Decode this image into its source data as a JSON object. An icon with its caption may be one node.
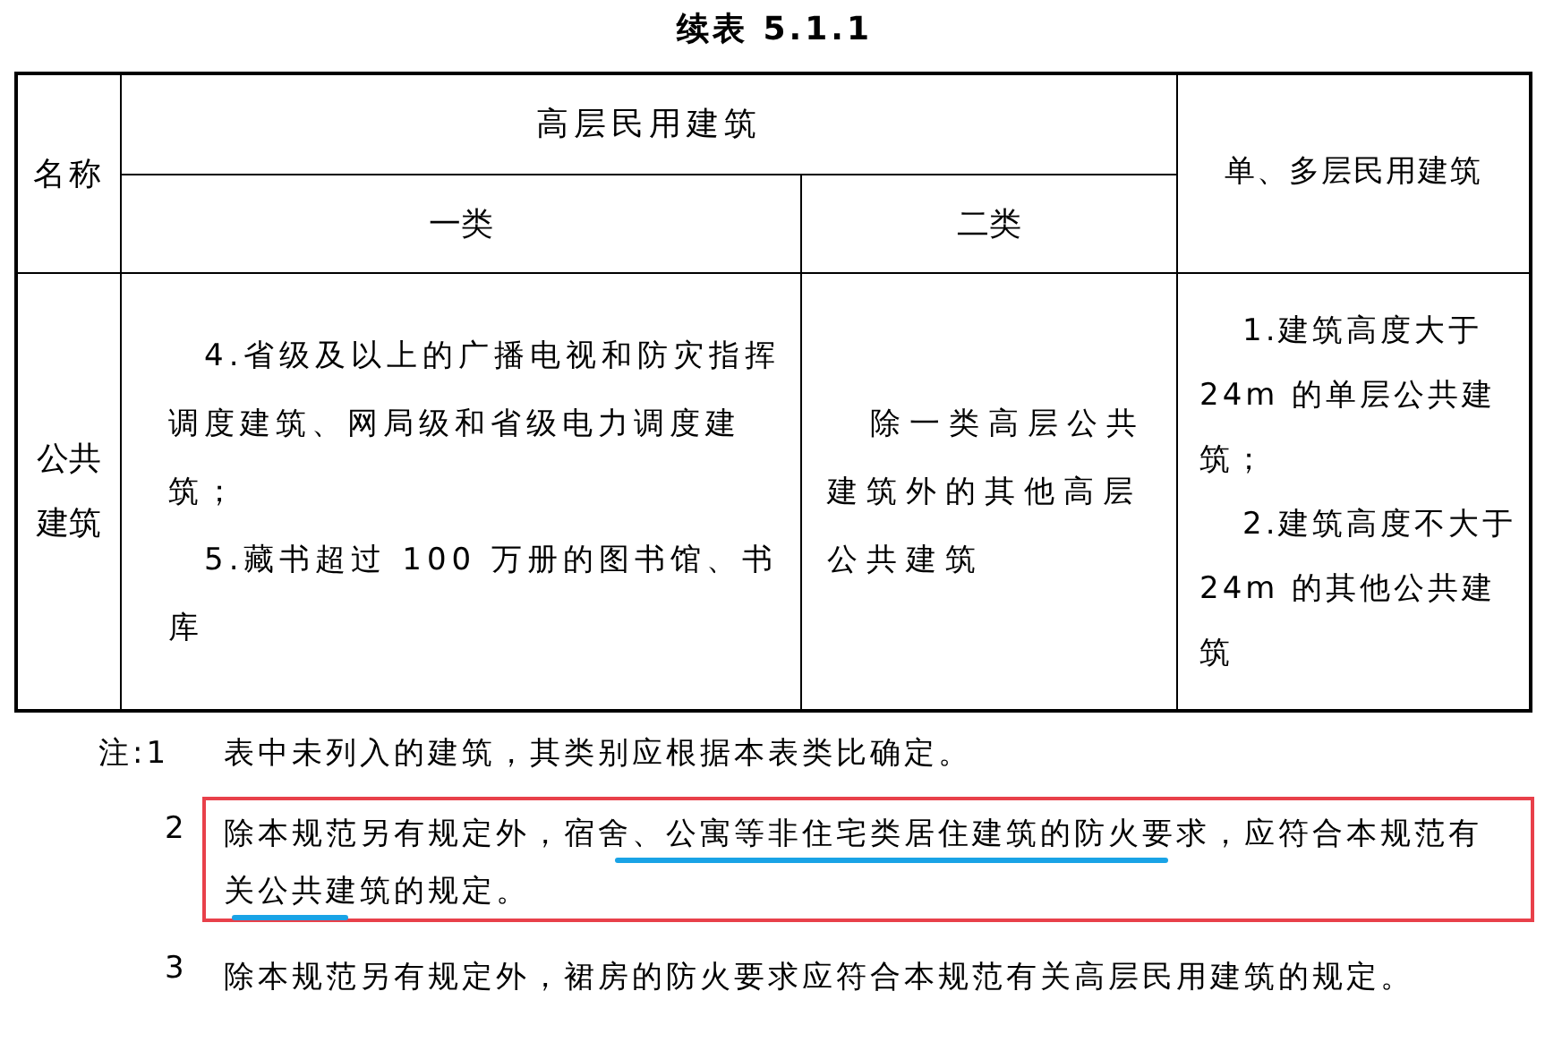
{
  "diagram": {
    "title": "续表 5.1.1",
    "nodes": [
      {
        "text": [
          "除本规范另有规定外，宿舍、公寓等非住宅类居住建筑的防火要求，应符合本规范有关公共建筑的规定。"
        ]
      }
    ],
    "labels": [
      "名称",
      "高层民用建筑",
      "单、多层民用建筑",
      "一类",
      "二类",
      "公共建筑",
      "4.省级及以上的广播电视和防灾指挥调度建筑、网局级和省级电力调度建筑；",
      "5.藏书超过 100 万册的图书馆、书库",
      "除一类高层公共建筑外的其他高层公共建筑",
      "1.建筑高度大于 24m 的单层公共建筑；",
      "2.建筑高度不大于 24m 的其他公共建筑",
      "注:1",
      "表中未列入的建筑，其类别应根据本表类比确定。",
      "2",
      "3",
      "除本规范另有规定外，裙房的防火要求应符合本规范有关高层民用建筑的规定。"
    ]
  }
}
